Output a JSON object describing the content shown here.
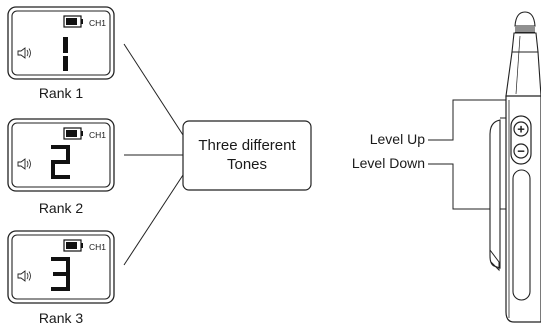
{
  "screens": [
    {
      "rank_label": "Rank 1",
      "channel": "CH1",
      "digit": "1",
      "speaker_icon": "speaker-icon",
      "battery_icon": "battery-icon"
    },
    {
      "rank_label": "Rank 2",
      "channel": "CH1",
      "digit": "2",
      "speaker_icon": "speaker-icon",
      "battery_icon": "battery-icon"
    },
    {
      "rank_label": "Rank 3",
      "channel": "CH1",
      "digit": "3",
      "speaker_icon": "speaker-icon",
      "battery_icon": "battery-icon"
    }
  ],
  "tones_box": {
    "line1": "Three different",
    "line2": "Tones"
  },
  "device": {
    "level_up_label": "Level Up",
    "level_down_label": "Level Down",
    "plus_symbol": "+",
    "minus_symbol": "−"
  }
}
